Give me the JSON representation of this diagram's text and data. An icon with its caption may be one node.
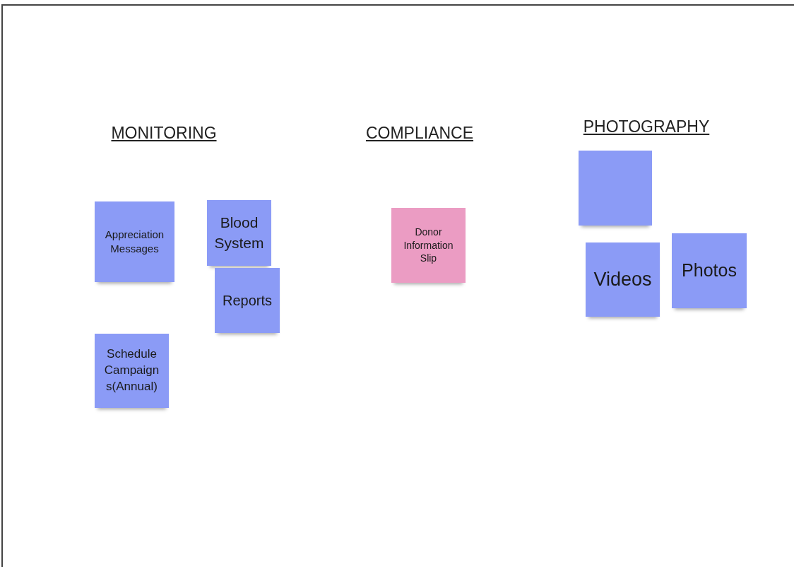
{
  "diagram": {
    "nodes": [
      {
        "text": [
          "Appreciation Messages"
        ]
      },
      {
        "text": [
          "Blood System"
        ]
      },
      {
        "text": [
          "Reports"
        ]
      },
      {
        "text": [
          "Schedule Campaign s(Annual)"
        ]
      },
      {
        "text": [
          "Donor Information Slip"
        ]
      },
      {
        "text": [],
        "shape": "box"
      },
      {
        "text": [
          "Videos"
        ]
      },
      {
        "text": [
          "Photos"
        ]
      }
    ],
    "edges": [],
    "labels": [
      "MONITORING",
      "COMPLIANCE",
      "PHOTOGRAPHY"
    ]
  }
}
